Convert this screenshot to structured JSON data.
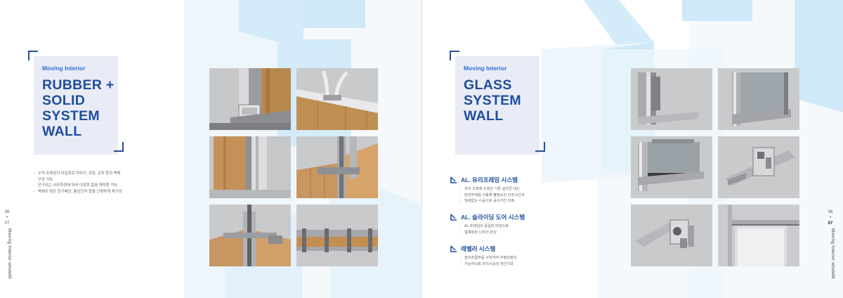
{
  "left_page": {
    "card": {
      "subtitle": "Moving Interior",
      "title": "RUBBER +\nSOLID\nSYSTEM\nWALL"
    },
    "bullets": [
      "수직 프레임의 타입화로 마우리, 공칭, 교차 등의 벽체\n구성 가능",
      "단구되는 사무환경에 따라 다양한 흡음 재작용 가능",
      "벽체이 맞은 전기배선, 통신단자 등을 간편하게 재구성"
    ],
    "page_numbers": {
      "top": "06",
      "bottom": "07"
    },
    "side_title": "Moving Interior wholeM",
    "photos": [
      {
        "icon": "rubber-frame-corner-photo"
      },
      {
        "icon": "rubber-frame-cable-photo"
      },
      {
        "icon": "solid-panel-wood-photo"
      },
      {
        "icon": "panel-joint-wood-photo"
      },
      {
        "icon": "panel-joint-top-view-photo"
      },
      {
        "icon": "panel-joint-section-photo"
      }
    ]
  },
  "right_page": {
    "card": {
      "subtitle": "Moving Interior",
      "title": "GLASS\nSYSTEM\nWALL"
    },
    "systems": [
      {
        "title": "AL. 유리프레임 시스템",
        "lines": [
          "유리 고정에 쓰였던 기존 실리콘 대신",
          "탄성부재를 사용해 불필요한 건조시간과",
          "냄새없는 시공으로 공사기간 단축."
        ]
      },
      {
        "title": "AL. 슬라이딩 도어 시스템",
        "lines": [
          "AL.프레임과 동일한 마감으로",
          "일체화된 디자인 완성"
        ]
      },
      {
        "title": "레벨러 시스템",
        "lines": [
          "높이조절부를 구비하여 수평조정이",
          "가능하므로 유리시공성 개선기대"
        ]
      }
    ],
    "page_numbers": {
      "top": "06",
      "bottom": "07"
    },
    "side_title": "Moving Interior wholeM",
    "photos": [
      {
        "icon": "al-frame-corner-photo"
      },
      {
        "icon": "al-frame-glass-photo"
      },
      {
        "icon": "al-frame-glass-section-photo"
      },
      {
        "icon": "sliding-rail-section-photo"
      },
      {
        "icon": "leveler-section-photo"
      },
      {
        "icon": "sliding-door-frame-photo"
      }
    ]
  },
  "colors": {
    "accent_blue": "#1f4e9e",
    "sub_blue": "#2e6fd1",
    "card_bg": "#e9ecf6",
    "deco_blue": "#cfe9f8",
    "deco_light": "#eef6fc",
    "photo_bg": "#c9cacc"
  }
}
